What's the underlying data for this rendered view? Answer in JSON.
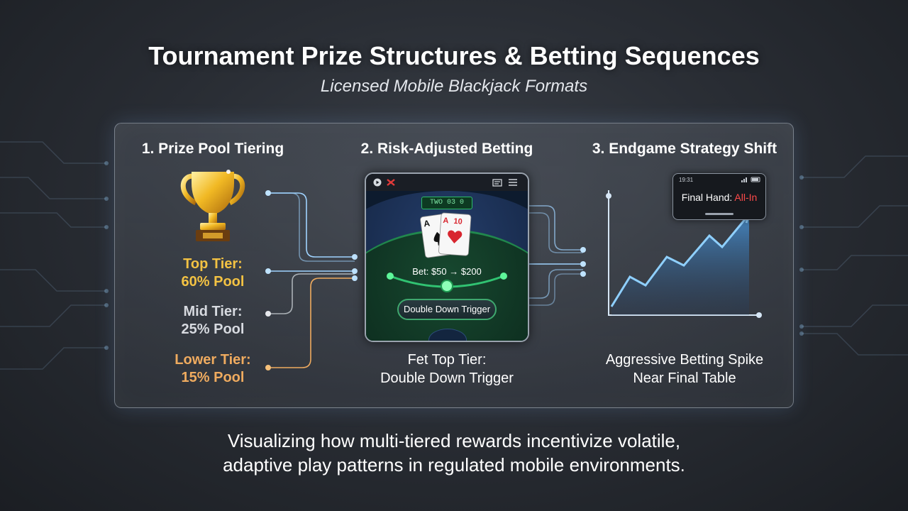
{
  "header": {
    "title": "Tournament Prize Structures & Betting Sequences",
    "subtitle": "Licensed Mobile Blackjack Formats"
  },
  "columns": [
    {
      "title": "1. Prize Pool Tiering",
      "tiers": [
        {
          "name": "Top Tier:",
          "value": "60% Pool",
          "color": "#f3c243"
        },
        {
          "name": "Mid Tier:",
          "value": "25% Pool",
          "color": "#d7dae0"
        },
        {
          "name": "Lower Tier:",
          "value": "15% Pool",
          "color": "#efab5f"
        }
      ]
    },
    {
      "title": "2. Risk-Adjusted Betting",
      "phone": {
        "badge": "TWO 03 0",
        "bet_text": "Bet: $50 → $200",
        "button_label": "Double Down Trigger"
      },
      "caption_line1": "Fet Top Tier:",
      "caption_line2": "Double Down Trigger"
    },
    {
      "title": "3. Endgame Strategy Shift",
      "mini_phone": {
        "time": "19:31",
        "label": "Final Hand:",
        "highlight": "All-In",
        "highlight_color": "#ff4a4a"
      },
      "caption_line1": "Aggressive Betting Spike",
      "caption_line2": "Near Final Table"
    }
  ],
  "footer": {
    "line1": "Visualizing how multi-tiered rewards incentivize volatile,",
    "line2": "adaptive play patterns in regulated mobile environments."
  },
  "colors": {
    "accent_glow": "#7fc4ff",
    "felt_green": "#2dbb6a",
    "card_red": "#d8262f"
  }
}
